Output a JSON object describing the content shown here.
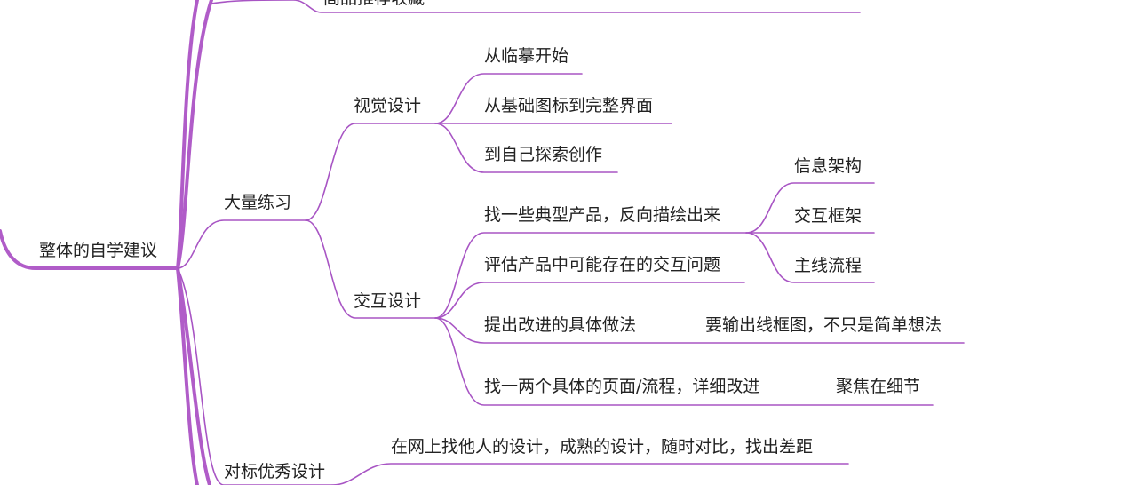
{
  "colors": {
    "line": "#a855c4",
    "trunk": "#b05cc8",
    "text": "#222222",
    "background": "#ffffff"
  },
  "root": {
    "label": "整体的自学建议"
  },
  "top_partial": {
    "label": "高品推荐收藏"
  },
  "branches": {
    "practice": {
      "label": "大量练习",
      "visual": {
        "label": "视觉设计",
        "items": [
          "从临摹开始",
          "从基础图标到完整界面",
          "到自己探索创作"
        ]
      },
      "interaction": {
        "label": "交互设计",
        "items": [
          {
            "label": "找一些典型产品，反向描绘出来",
            "children": [
              "信息架构",
              "交互框架",
              "主线流程"
            ]
          },
          {
            "label": "评估产品中可能存在的交互问题"
          },
          {
            "label": "提出改进的具体做法",
            "note": "要输出线框图，不只是简单想法"
          },
          {
            "label": "找一两个具体的页面/流程，详细改进",
            "note": "聚焦在细节"
          }
        ]
      }
    },
    "benchmark": {
      "label": "对标优秀设计",
      "items": [
        "在网上找他人的设计，成熟的设计，随时对比，找出差距"
      ]
    }
  }
}
